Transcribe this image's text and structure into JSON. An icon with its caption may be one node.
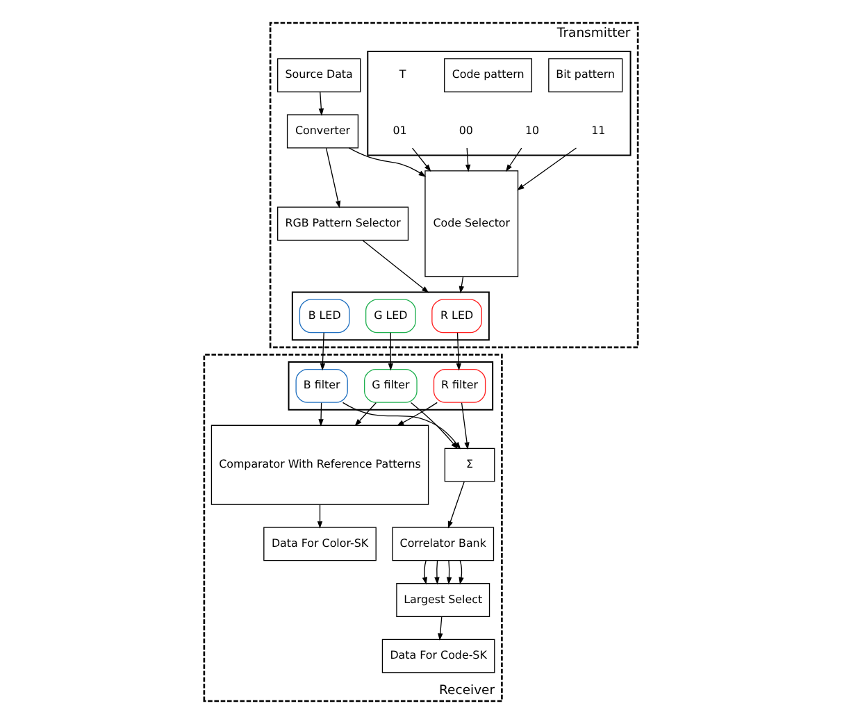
{
  "diagram": {
    "nodes": [
      {
        "text": [
          "Transmitter"
        ]
      },
      {
        "text": [
          "Source Data"
        ],
        "in": 0
      },
      {
        "text": [
          "Converter"
        ],
        "in": 0
      },
      {
        "text": [],
        "shape": "box",
        "in": 0
      },
      {
        "text": [
          "Bit pattern"
        ],
        "in": 3
      },
      {
        "text": [
          "Code pattern"
        ],
        "in": 3
      },
      {
        "text": [
          "00"
        ],
        "in": 3
      },
      {
        "text": [
          "01"
        ],
        "in": 3
      },
      {
        "text": [
          "11"
        ],
        "in": 3
      },
      {
        "text": [
          "10"
        ],
        "in": 3
      },
      {
        "text": [
          "Code Selector"
        ],
        "in": 0
      },
      {
        "text": [
          "RGB Pattern Selector"
        ],
        "in": 0
      },
      {
        "text": [],
        "shape": "box",
        "in": 0
      },
      {
        "text": [
          "R LED"
        ],
        "in": 12
      },
      {
        "text": [
          "G LED"
        ],
        "in": 12
      },
      {
        "text": [
          "B LED"
        ],
        "in": 12
      },
      {
        "text": [
          "Receiver"
        ]
      },
      {
        "text": [],
        "shape": "box",
        "in": 16
      },
      {
        "text": [
          "R filter"
        ],
        "in": 17
      },
      {
        "text": [
          "G filter"
        ],
        "in": 17
      },
      {
        "text": [
          "B filter"
        ],
        "in": 17
      },
      {
        "text": [
          "Comparator With Reference Patterns"
        ],
        "in": 16
      },
      {
        "text": [
          "Data For Color-SK"
        ],
        "in": 16
      },
      {
        "text": [
          "Σ"
        ],
        "in": 16
      },
      {
        "text": [
          "Correlator Bank"
        ],
        "in": 16
      },
      {
        "text": [
          "Largest Select"
        ],
        "in": 16
      },
      {
        "text": [
          "Data For Code-SK"
        ],
        "in": 16
      }
    ],
    "edges": [
      {
        "from": 1,
        "to": 2,
        "arrow": "to"
      },
      {
        "from": 2,
        "to": 10,
        "arrow": "to"
      },
      {
        "from": 2,
        "to": 11,
        "arrow": "to"
      },
      {
        "from": 6,
        "to": 10,
        "arrow": "to"
      },
      {
        "from": 7,
        "to": 10,
        "arrow": "to"
      },
      {
        "from": 8,
        "to": 10,
        "arrow": "to"
      },
      {
        "from": 9,
        "to": 10,
        "arrow": "to"
      },
      {
        "from": 10,
        "to": 12,
        "arrow": "to"
      },
      {
        "from": 11,
        "to": 12,
        "arrow": "to"
      },
      {
        "from": 13,
        "to": 18,
        "arrow": "to"
      },
      {
        "from": 14,
        "to": 19,
        "arrow": "to"
      },
      {
        "from": 15,
        "to": 20,
        "arrow": "to"
      },
      {
        "from": 18,
        "to": 21,
        "arrow": "to"
      },
      {
        "from": 19,
        "to": 21,
        "arrow": "to"
      },
      {
        "from": 20,
        "to": 21,
        "arrow": "to"
      },
      {
        "from": 18,
        "to": 23,
        "arrow": "to"
      },
      {
        "from": 19,
        "to": 23,
        "arrow": "to"
      },
      {
        "from": 20,
        "to": 23,
        "arrow": "to"
      },
      {
        "from": 21,
        "to": 22,
        "arrow": "to"
      },
      {
        "from": 23,
        "to": 24,
        "arrow": "to"
      },
      {
        "from": 24,
        "to": 25,
        "arrow": "to"
      },
      {
        "from": 24,
        "to": 25,
        "arrow": "to"
      },
      {
        "from": 24,
        "to": 25,
        "arrow": "to"
      },
      {
        "from": 24,
        "to": 25,
        "arrow": "to"
      },
      {
        "from": 25,
        "to": 26,
        "arrow": "to"
      }
    ],
    "labels": [
      "T"
    ]
  }
}
